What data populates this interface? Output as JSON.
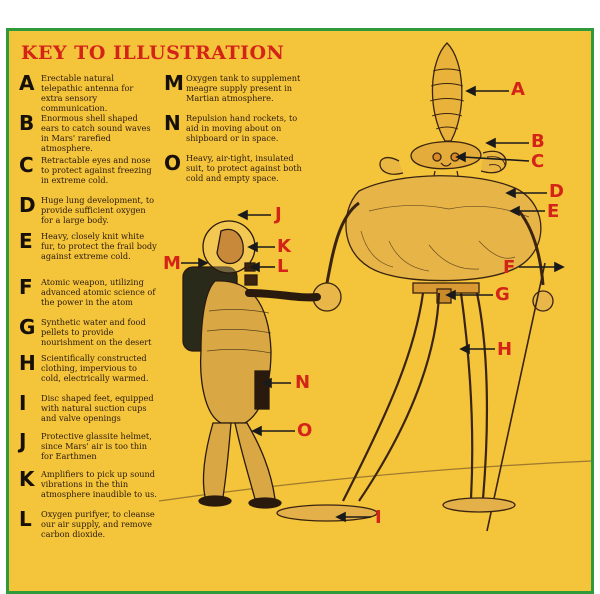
{
  "title": "KEY TO ILLUSTRATION",
  "keys_left": [
    {
      "letter": "A",
      "text": "Erectable natural telepathic antenna for extra sensory communication."
    },
    {
      "letter": "B",
      "text": "Enormous shell shaped ears to catch sound waves in Mars' rarefied atmosphere."
    },
    {
      "letter": "C",
      "text": "Retractable eyes and nose to protect against freezing in extreme cold."
    },
    {
      "letter": "D",
      "text": "Huge lung development, to provide sufficient oxygen for a large body."
    },
    {
      "letter": "E",
      "text": "Heavy, closely knit white fur, to protect the frail body against extreme cold."
    },
    {
      "letter": "F",
      "text": "Atomic weapon, utilizing advanced atomic science of the power in the atom"
    },
    {
      "letter": "G",
      "text": "Synthetic water and food pellets to provide nourishment on the desert"
    },
    {
      "letter": "H",
      "text": "Scientifically constructed clothing, impervious to cold, electrically warmed."
    },
    {
      "letter": "I",
      "text": "Disc shaped feet, equipped with natural suction cups and valve openings"
    },
    {
      "letter": "J",
      "text": "Protective glassite helmet, since Mars' air is too thin for Earthmen"
    },
    {
      "letter": "K",
      "text": "Amplifiers to pick up sound vibrations in the thin atmosphere inaudible to us."
    },
    {
      "letter": "L",
      "text": "Oxygen purifyer, to cleanse our air supply, and remove carbon dioxide."
    }
  ],
  "keys_right": [
    {
      "letter": "M",
      "text": "Oxygen tank to supplement meagre supply present in Martian atmosphere."
    },
    {
      "letter": "N",
      "text": "Repulsion hand rockets, to aid in moving about on shipboard or in space."
    },
    {
      "letter": "O",
      "text": "Heavy, air-tight, insulated suit, to protect against both cold and empty space."
    }
  ],
  "callouts": {
    "A": "A",
    "B": "B",
    "C": "C",
    "D": "D",
    "E": "E",
    "F": "F",
    "G": "G",
    "H": "H",
    "I": "I",
    "J": "J",
    "K": "K",
    "L": "L",
    "M": "M",
    "N": "N",
    "O": "O"
  },
  "colors": {
    "background": "#f4c43a",
    "border": "#2e9a3c",
    "title": "#d42418",
    "callout": "#d42418",
    "ink": "#2a1a0e"
  }
}
